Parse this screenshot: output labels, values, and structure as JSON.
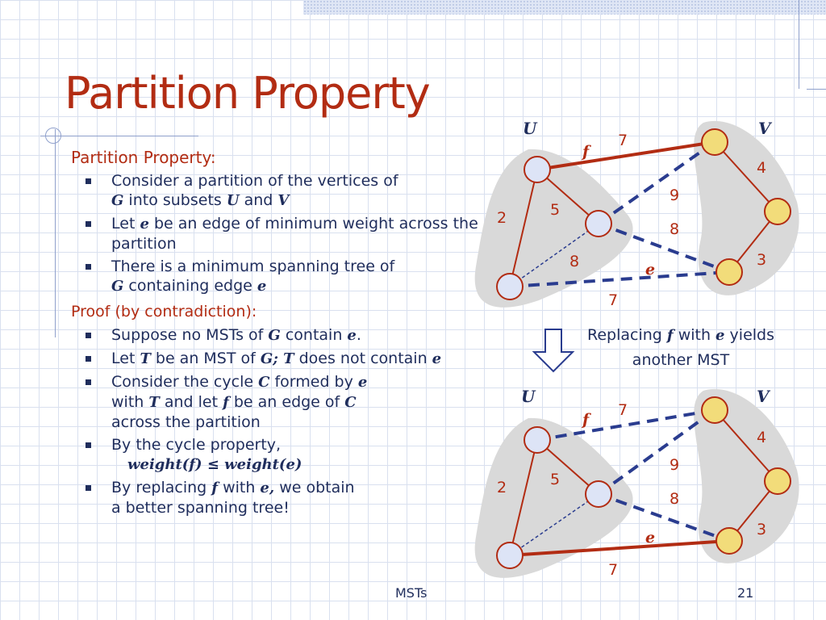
{
  "slide": {
    "title": "Partition Property",
    "section1_heading": "Partition Property:",
    "b1_pre": "Consider a partition of the vertices of",
    "b1_g": "G",
    "b1_mid": "into subsets",
    "b1_u": "U",
    "b1_and": "and",
    "b1_v": "V",
    "b2_pre": "Let",
    "b2_e": "e",
    "b2_rest": "be an edge of minimum weight across the partition",
    "b3_pre": "There is a minimum spanning tree of",
    "b3_g": "G",
    "b3_rest": "containing edge",
    "b3_e": "e",
    "section2_heading": "Proof (by contradiction):",
    "p1_pre": "Suppose no MSTs of",
    "p1_g": "G",
    "p1_mid": "contain",
    "p1_e": "e",
    "p1_dot": ".",
    "p2_pre": "Let",
    "p2_t": "T",
    "p2_mid": "be an MST of",
    "p2_gt": "G; T",
    "p2_rest": "does not contain",
    "p2_e": "e",
    "p3_pre": "Consider the cycle",
    "p3_c": "C",
    "p3_mid": "formed by",
    "p3_e": "e",
    "p3_with": "with",
    "p3_t": "T",
    "p3_letf": "and let",
    "p3_f": "f",
    "p3_be": "be an edge of",
    "p3_c2": "C",
    "p3_rest": "across the partition",
    "p4_pre": "By the cycle property,",
    "p4_formula": "weight(f) ≤ weight(e)",
    "p5_pre": "By replacing",
    "p5_f": "f",
    "p5_with": "with",
    "p5_e": "e,",
    "p5_rest": "we obtain",
    "p5_rest2": "a better spanning tree!"
  },
  "diagram_top": {
    "set_u": "U",
    "set_v": "V",
    "w_f": "7",
    "label_f": "f",
    "w_4": "4",
    "w_9": "9",
    "w_2": "2",
    "w_5": "5",
    "w_8a": "8",
    "w_3": "3",
    "w_8b": "8",
    "label_e": "e",
    "w_7b": "7"
  },
  "diagram_bottom": {
    "set_u": "U",
    "set_v": "V",
    "w_f": "7",
    "label_f": "f",
    "w_4": "4",
    "w_9": "9",
    "w_2": "2",
    "w_5": "5",
    "w_8a": "8",
    "w_3": "3",
    "label_e": "e",
    "w_7b": "7"
  },
  "caption": {
    "pre": "Replacing",
    "f": "f",
    "with": "with",
    "e": "e",
    "rest": "yields",
    "line2": "another MST"
  },
  "footer": {
    "center": "MSTs",
    "page": "21"
  },
  "colors": {
    "title_red": "#b22c13",
    "text_navy": "#1f2d5c",
    "node_blue": "#dde4f6",
    "node_yellow": "#f2dc7a",
    "edge_red": "#b22c13",
    "edge_blue": "#2a3c8f",
    "region_gray": "#d9d9d9"
  }
}
